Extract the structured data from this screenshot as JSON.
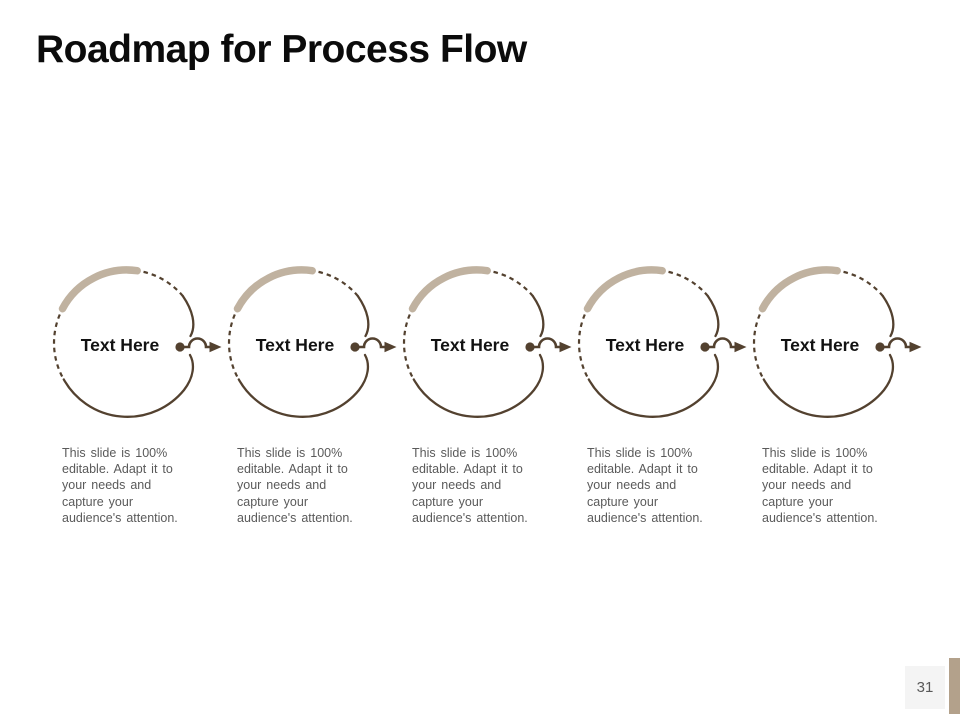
{
  "slide": {
    "title": "Roadmap for Process Flow",
    "page_number": "31"
  },
  "steps": [
    {
      "label": "Text Here",
      "description_lines": [
        "This slide is 100%",
        "editable. Adapt it to",
        "your needs and",
        "capture your",
        "audience's attention."
      ]
    },
    {
      "label": "Text Here",
      "description_lines": [
        "This slide is 100%",
        "editable. Adapt it to",
        "your needs and",
        "capture your",
        "audience's attention."
      ]
    },
    {
      "label": "Text Here",
      "description_lines": [
        "This slide is 100%",
        "editable. Adapt it to",
        "your needs and",
        "capture your",
        "audience's attention."
      ]
    },
    {
      "label": "Text Here",
      "description_lines": [
        "This slide is 100%",
        "editable. Adapt it to",
        "your needs and",
        "capture your",
        "audience's attention."
      ]
    },
    {
      "label": "Text Here",
      "description_lines": [
        "This slide is 100%",
        "editable. Adapt it to",
        "your needs and",
        "capture your",
        "audience's attention."
      ]
    }
  ],
  "colors": {
    "line_brown": "#53412f",
    "arc_tan": "#c0b2a0",
    "label_text": "#121212",
    "description_text": "#5a5a5a",
    "page_number_bg": "#f4f4f4",
    "page_number_text": "#595959",
    "accent_bar": "#b3a18b",
    "background": "#ffffff"
  }
}
